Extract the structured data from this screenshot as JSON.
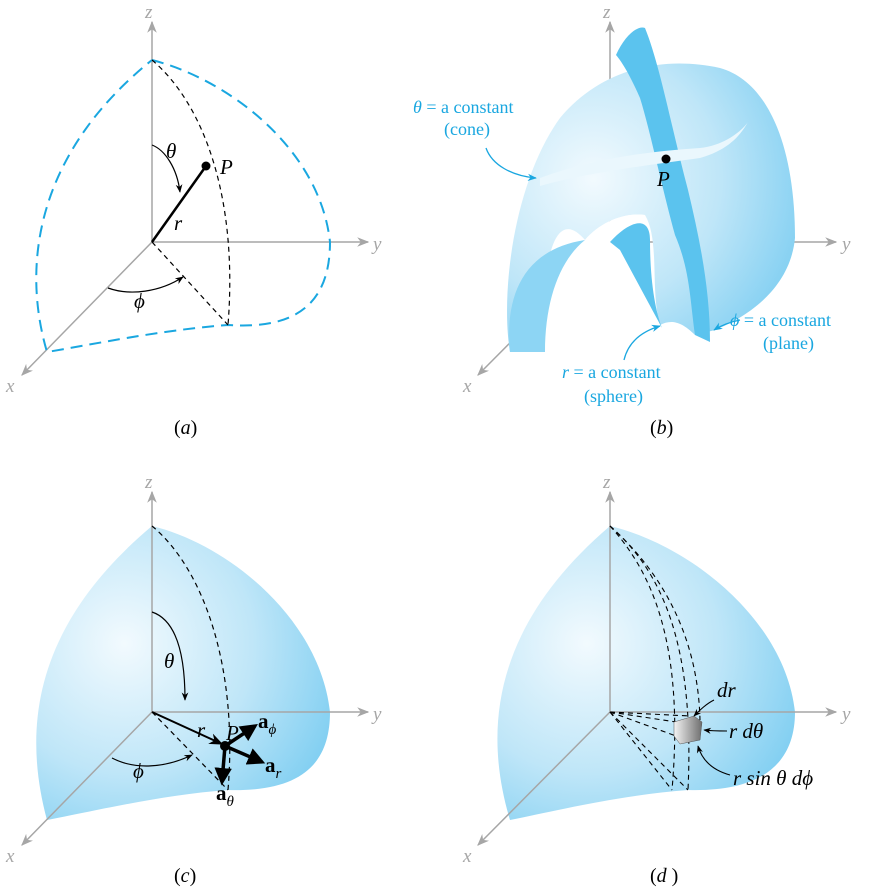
{
  "axes": {
    "x": "x",
    "y": "y",
    "z": "z"
  },
  "panel_a": {
    "caption_prefix": "(",
    "caption_letter": "a",
    "caption_suffix": ")",
    "theta": "θ",
    "phi": "ϕ",
    "r": "r",
    "P": "P"
  },
  "panel_b": {
    "caption_prefix": "(",
    "caption_letter": "b",
    "caption_suffix": ")",
    "P": "P",
    "cone": {
      "symbol": "θ",
      "text": " = a constant",
      "sub": "(cone)"
    },
    "plane": {
      "symbol": "ϕ",
      "text": " = a constant",
      "sub": "(plane)"
    },
    "sphere": {
      "symbol": "r",
      "text": " = a constant",
      "sub": "(sphere)"
    }
  },
  "panel_c": {
    "caption_prefix": "(",
    "caption_letter": "c",
    "caption_suffix": ")",
    "theta": "θ",
    "phi": "ϕ",
    "r": "r",
    "P": "P",
    "a_phi": {
      "base": "a",
      "sub": "ϕ"
    },
    "a_r": {
      "base": "a",
      "sub": "r"
    },
    "a_theta": {
      "base": "a",
      "sub": "θ"
    }
  },
  "panel_d": {
    "caption_prefix": "(",
    "caption_letter": "d",
    "caption_suffix": " )",
    "dr": "dr",
    "r_dtheta": "r dθ",
    "r_sin": "r sin θ dϕ"
  },
  "colors": {
    "surface": "#8fd4f3",
    "surface_light": "#eaf7fd",
    "accent": "#1aa7e0",
    "dark_band": "#5bc3ee",
    "axis": "#a6a6a6"
  }
}
